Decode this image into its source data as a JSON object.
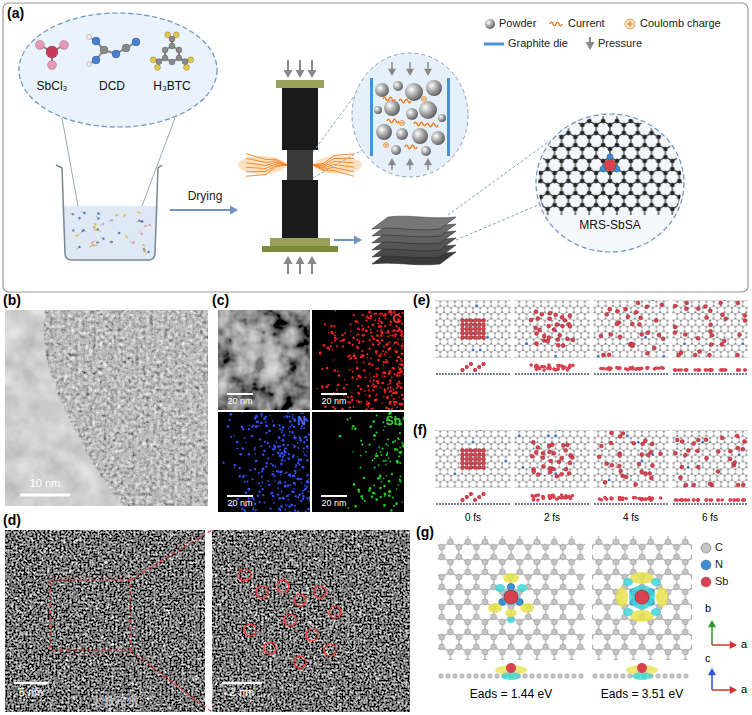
{
  "diagram": {
    "nodes": [
      {
        "text": [
          "SbCl₃",
          "DCD",
          "H₃BTC"
        ]
      },
      {
        "text": [
          "MRS-SbSA"
        ]
      }
    ],
    "labels": [
      "(a)",
      "Drying",
      "(b)",
      "10 nm",
      "(c)",
      "C",
      "N",
      "Sb",
      "20 nm",
      "20 nm",
      "20 nm",
      "20 nm",
      "(e)",
      "(f)",
      "0 fs",
      "2 fs",
      "4 fs",
      "6 fs",
      "(d)",
      "5 nm",
      "2 nm",
      "太傲跨境",
      "(g)",
      "Eads = 1.44 eV",
      "Eads = 3.51 eV",
      "b",
      "a",
      "c",
      "a"
    ],
    "legend": [
      {
        "text": "Powder"
      },
      {
        "text": "Current"
      },
      {
        "text": "Coulomb charge"
      },
      {
        "text": "Graphite die"
      },
      {
        "text": "Pressure"
      },
      {
        "text": "C",
        "color": "#c4c4c4"
      },
      {
        "text": "N",
        "color": "#3b8ed6"
      },
      {
        "text": "Sb",
        "color": "#d8414f"
      }
    ]
  }
}
